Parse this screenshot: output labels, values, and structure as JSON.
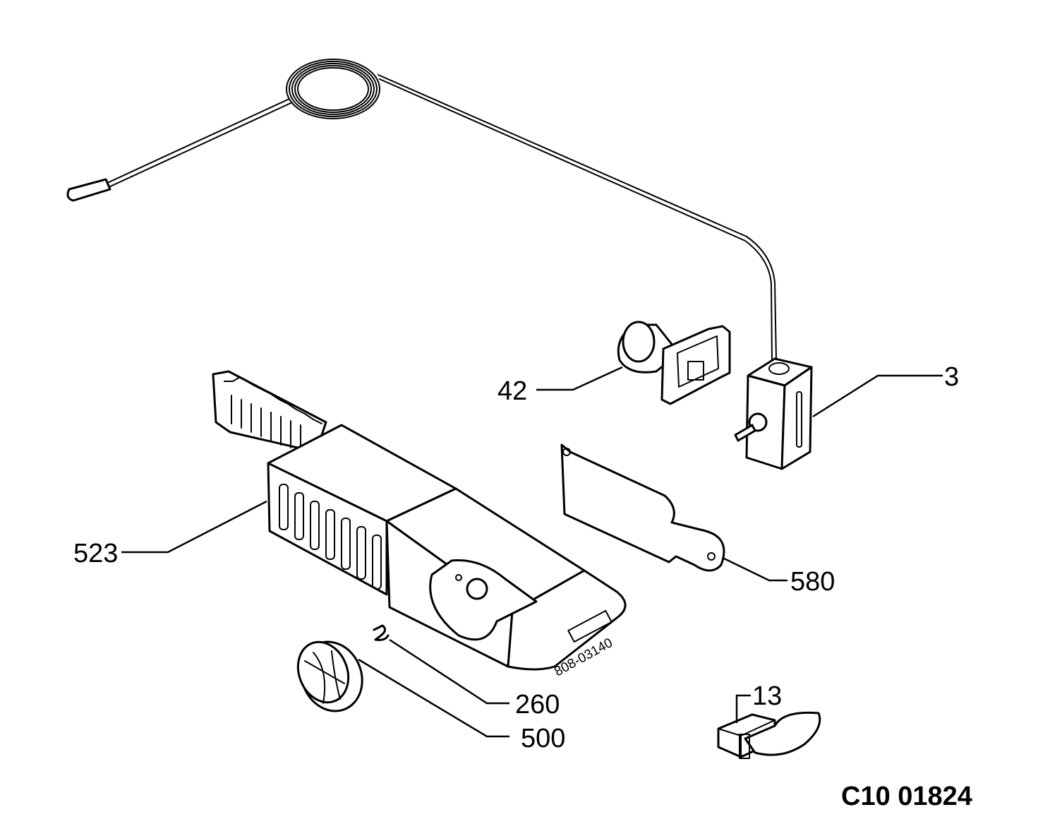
{
  "diagram": {
    "drawing_code": "C10 01824",
    "part_stamp": "808-03140",
    "callouts": [
      {
        "id": "3",
        "text": "3"
      },
      {
        "id": "42",
        "text": "42"
      },
      {
        "id": "523",
        "text": "523"
      },
      {
        "id": "580",
        "text": "580"
      },
      {
        "id": "260",
        "text": "260"
      },
      {
        "id": "500",
        "text": "500"
      },
      {
        "id": "13",
        "text": "13"
      }
    ]
  }
}
